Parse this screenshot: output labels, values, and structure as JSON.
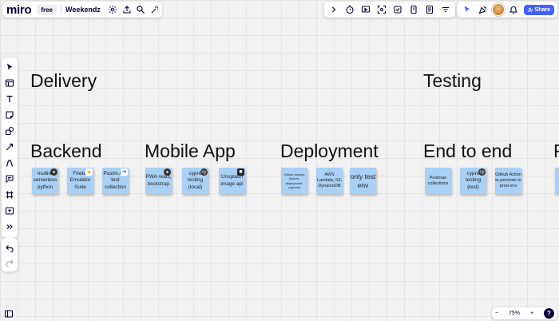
{
  "app": {
    "logo": "miro",
    "plan": "free",
    "board_name": "Weekendz"
  },
  "topbar": {
    "left_icons": [
      "gear-icon",
      "upload-icon",
      "search-icon",
      "magic-icon"
    ],
    "right_icons": [
      "chevron-right-icon",
      "timer-icon",
      "frame-present-icon",
      "focus-icon",
      "voting-icon",
      "card-icon",
      "notes-icon",
      "filter-icon"
    ]
  },
  "collab": {
    "share_label": "Share"
  },
  "toolbar": {
    "tools": [
      "cursor-icon",
      "template-icon",
      "text-icon",
      "sticky-note-icon",
      "shapes-icon",
      "pen-icon",
      "connector-icon",
      "comment-icon",
      "frame-icon",
      "upload-icon",
      "more-icon"
    ]
  },
  "zoom": {
    "level": "75%",
    "minus": "−",
    "plus": "+",
    "help": "?"
  },
  "headings": {
    "delivery": "Delivery",
    "testing": "Testing",
    "backend": "Backend",
    "mobile_app": "Mobile App",
    "deployment": "Deployment",
    "end_to_end": "End to end",
    "partial": "F"
  },
  "stickies": {
    "multirepo": "multire serverless python",
    "firebase": "Fireba Emulator Suite",
    "postman_api": "Postm API test collection",
    "pwa": "PWA react, bootstrap",
    "cypress_local": "cypre testing (local)",
    "unsplash": "Unsplash image api",
    "github_actions": "Github Actions (linters, deployment, cypress)",
    "aws": "AWS Lambda, S3, DynamoDB",
    "only_test_env": "only test env",
    "postman_collections": "Postman collections",
    "cypress_test": "cypre testing (test)",
    "github_action_promote": "Github Action to promote to prod env"
  },
  "colors": {
    "sticky": "#a9d0f5",
    "accent": "#4262ff",
    "ink": "#050038"
  }
}
